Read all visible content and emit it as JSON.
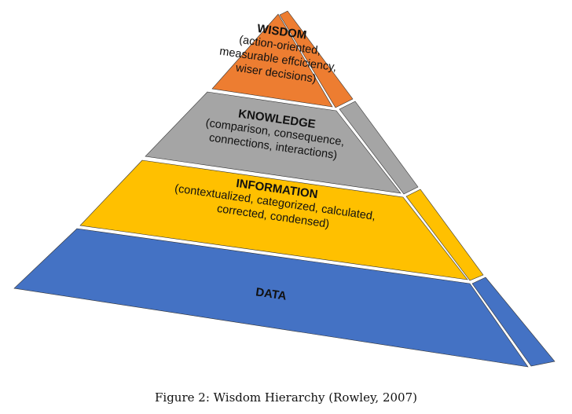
{
  "levels": [
    {
      "title": "WISDOM",
      "desc": [
        "(action-oriented,",
        "measurable effciciency,",
        "wiser decisions)"
      ],
      "color": "#ED7D31"
    },
    {
      "title": "KNOWLEDGE",
      "desc": [
        "(comparison, consequence,",
        "connections, interactions)"
      ],
      "color": "#A5A5A5"
    },
    {
      "title": "INFORMATION",
      "desc": [
        "(contextualized, categorized, calculated,",
        "corrected, condensed)"
      ],
      "color": "#FFC000"
    },
    {
      "title": "DATA",
      "desc": [],
      "color": "#4472C4"
    }
  ],
  "caption": "Figure 2: Wisdom Hierarchy (Rowley, 2007)"
}
